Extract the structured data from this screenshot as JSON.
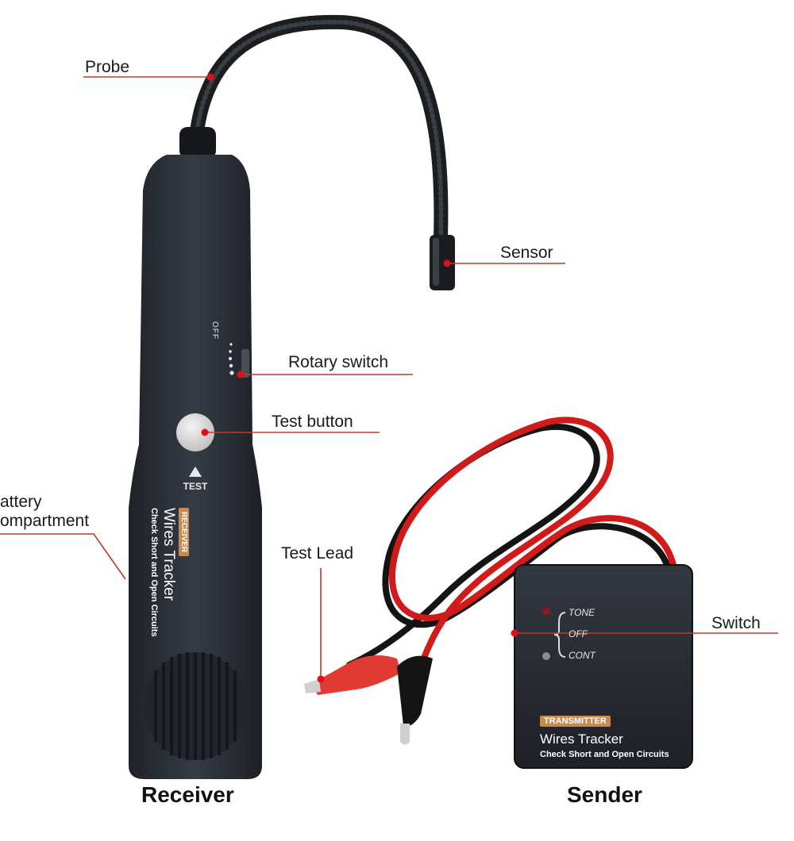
{
  "callouts": {
    "probe": "Probe",
    "sensor": "Sensor",
    "rotary_switch": "Rotary switch",
    "test_button": "Test button",
    "battery_line1": "attery",
    "battery_line2": "ompartment",
    "test_lead": "Test Lead",
    "switch": "Switch"
  },
  "receiver": {
    "caption": "Receiver",
    "badge": "RECEIVER",
    "name": "Wires Tracker",
    "subtitle": "Check Short and Open Circuits",
    "switch_off": "OFF",
    "test_label": "TEST"
  },
  "sender": {
    "caption": "Sender",
    "badge": "TRANSMITTER",
    "name": "Wires Tracker",
    "subtitle": "Check Short and Open Circuits",
    "modes": [
      "TONE",
      "OFF",
      "CONT"
    ]
  },
  "colors": {
    "callout_line": "#c0392b",
    "callout_dot": "#e0101a",
    "device_body": "#2b2f36",
    "badge": "#c98a4e",
    "red_wire": "#d11a1a",
    "black_wire": "#141414"
  }
}
